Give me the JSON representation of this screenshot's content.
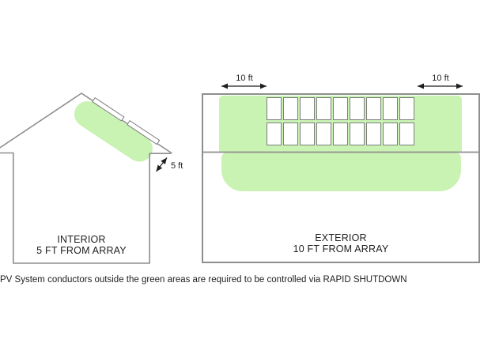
{
  "figure": {
    "caption": "PV System conductors outside the green areas are required to be controlled via RAPID SHUTDOWN",
    "colors": {
      "zone_green": "#c9f3b2",
      "line_gray": "#8e8e8e",
      "panel_border_gray": "#7d7d7d",
      "text_dark": "#1e1e1e"
    },
    "interior_view": {
      "title_line1": "INTERIOR",
      "title_line2": "5 FT FROM ARRAY",
      "distance_label": "5 ft",
      "roof_panel_count": 2
    },
    "exterior_view": {
      "title_line1": "EXTERIOR",
      "title_line2": "10 FT FROM ARRAY",
      "distance_label_left": "10 ft",
      "distance_label_right": "10 ft",
      "pv_array": {
        "rows": 2,
        "columns": 9
      }
    }
  }
}
